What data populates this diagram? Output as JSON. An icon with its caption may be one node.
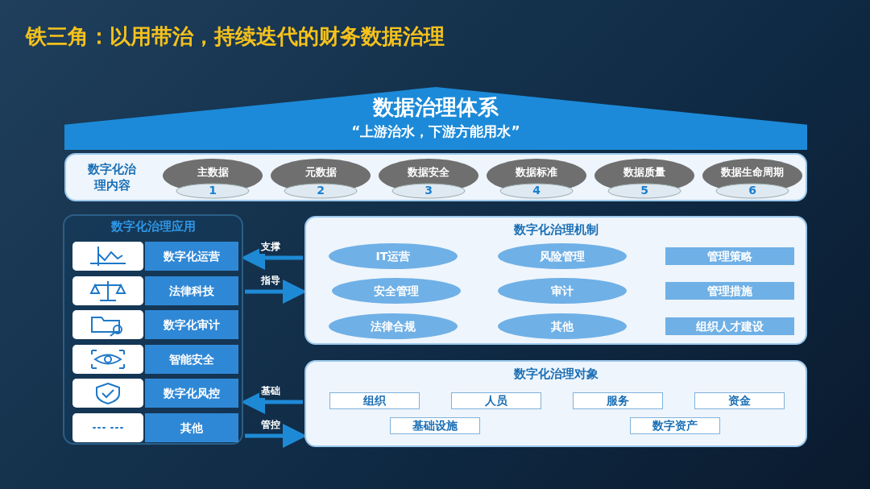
{
  "diagram": {
    "title": "铁三角：以用带治，持续迭代的财务数据治理",
    "nodes": [
      {
        "text": [
          "数据治理体系",
          "“上游治水，下游方能用水”"
        ]
      },
      {
        "text": [
          "数字化治理内容"
        ]
      },
      {
        "text": [
          "主数据",
          "1"
        ],
        "in": 1
      },
      {
        "text": [
          "元数据",
          "2"
        ],
        "in": 1
      },
      {
        "text": [
          "数据安全",
          "3"
        ],
        "in": 1
      },
      {
        "text": [
          "数据标准",
          "4"
        ],
        "in": 1
      },
      {
        "text": [
          "数据质量",
          "5"
        ],
        "in": 1
      },
      {
        "text": [
          "数据生命周期",
          "6"
        ],
        "in": 1
      },
      {
        "text": [
          "数字化治理应用"
        ]
      },
      {
        "text": [
          "数字化运营"
        ],
        "in": 8
      },
      {
        "text": [
          "法律科技"
        ],
        "in": 8
      },
      {
        "text": [
          "数字化审计"
        ],
        "in": 8
      },
      {
        "text": [
          "智能安全"
        ],
        "in": 8
      },
      {
        "text": [
          "数字化风控"
        ],
        "in": 8
      },
      {
        "text": [
          "其他"
        ],
        "in": 8
      },
      {
        "text": [
          "数字化治理机制"
        ]
      },
      {
        "text": [
          "IT运营"
        ],
        "in": 15
      },
      {
        "text": [
          "风险管理"
        ],
        "in": 15
      },
      {
        "text": [
          "管理策略"
        ],
        "in": 15
      },
      {
        "text": [
          "安全管理"
        ],
        "in": 15
      },
      {
        "text": [
          "审计"
        ],
        "in": 15
      },
      {
        "text": [
          "管理措施"
        ],
        "in": 15
      },
      {
        "text": [
          "法律合规"
        ],
        "in": 15
      },
      {
        "text": [
          "其他"
        ],
        "in": 15
      },
      {
        "text": [
          "组织人才建设"
        ],
        "in": 15
      },
      {
        "text": [
          "数字化治理对象"
        ]
      },
      {
        "text": [
          "组织"
        ],
        "in": 25
      },
      {
        "text": [
          "人员"
        ],
        "in": 25
      },
      {
        "text": [
          "服务"
        ],
        "in": 25
      },
      {
        "text": [
          "资金"
        ],
        "in": 25
      },
      {
        "text": [
          "基础设施"
        ],
        "in": 25
      },
      {
        "text": [
          "数字资产"
        ],
        "in": 25
      }
    ],
    "edges": [
      {
        "from": 15,
        "to": 8,
        "arrow": "to",
        "label": "支撑"
      },
      {
        "from": 8,
        "to": 15,
        "arrow": "to",
        "label": "指导"
      },
      {
        "from": 25,
        "to": 8,
        "arrow": "to",
        "label": "基础"
      },
      {
        "from": 8,
        "to": 25,
        "arrow": "to",
        "label": "管控"
      }
    ]
  }
}
